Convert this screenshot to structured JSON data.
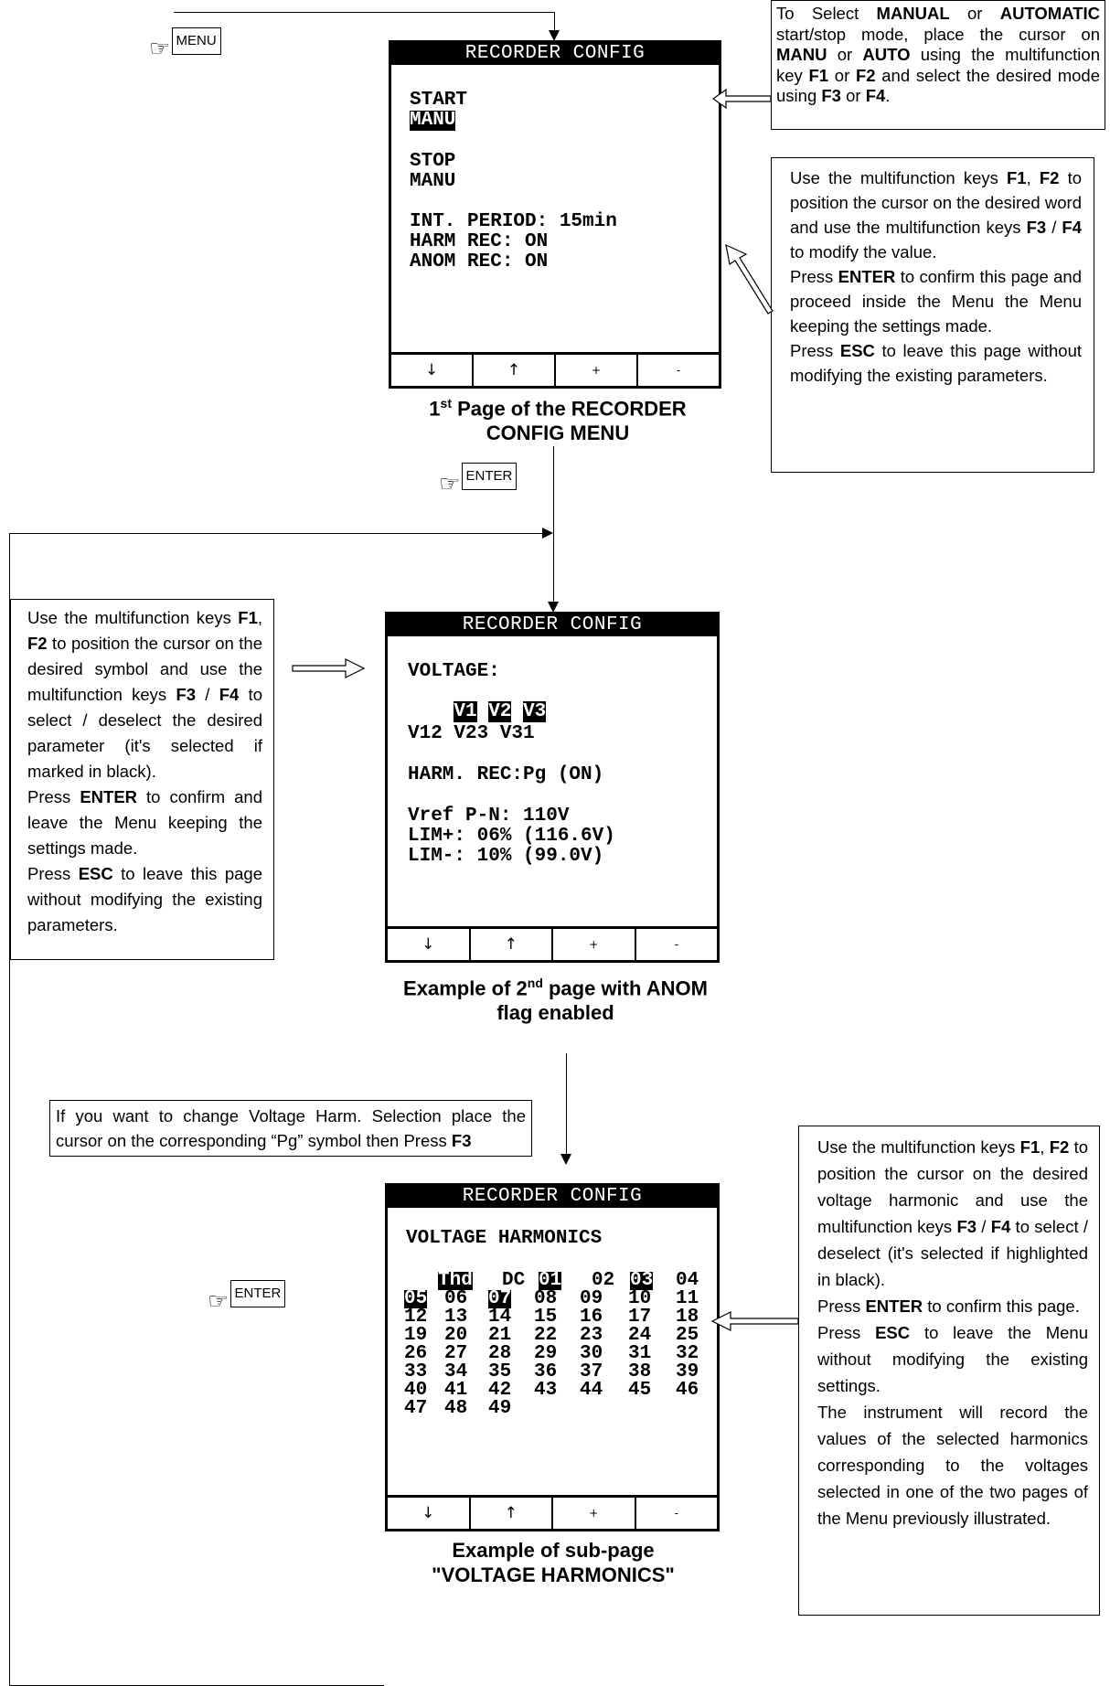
{
  "keys": {
    "menu": "MENU",
    "enter": "ENTER"
  },
  "screen1": {
    "title": "RECORDER CONFIG",
    "lines": [
      "START",
      "MANU",
      "STOP",
      "MANU",
      "INT. PERIOD: 15min",
      "HARM REC: ON",
      "ANOM REC: ON"
    ],
    "fkeys": [
      "↓",
      "↑",
      "+",
      "-"
    ],
    "caption_line1_prefix": "1",
    "caption_sup": "st",
    "caption_line1_rest": " Page of the RECORDER",
    "caption_line2": "CONFIG MENU"
  },
  "screen2": {
    "title": "RECORDER CONFIG",
    "voltage_label": "VOLTAGE:",
    "voltage_selected": [
      "V1",
      "V2",
      "V3"
    ],
    "line_v_ll": "V12 V23 V31",
    "harm_rec": "HARM. REC:Pg (ON)",
    "vref": "Vref P-N: 110V",
    "lim_plus": "LIM+: 06% (116.6V)",
    "lim_minus": "LIM-: 10% (99.0V)",
    "fkeys": [
      "↓",
      "↑",
      "+",
      "-"
    ],
    "caption_line1_prefix": "Example of 2",
    "caption_sup": "nd",
    "caption_line1_rest": " page with ANOM",
    "caption_line2": "flag enabled"
  },
  "screen3": {
    "title": "RECORDER CONFIG",
    "heading": "VOLTAGE HARMONICS",
    "rows": [
      [
        "Thd",
        "DC",
        "01",
        "02",
        "03",
        "04"
      ],
      [
        "05",
        "06",
        "07",
        "08",
        "09",
        "10",
        "11"
      ],
      [
        "12",
        "13",
        "14",
        "15",
        "16",
        "17",
        "18"
      ],
      [
        "19",
        "20",
        "21",
        "22",
        "23",
        "24",
        "25"
      ],
      [
        "26",
        "27",
        "28",
        "29",
        "30",
        "31",
        "32"
      ],
      [
        "33",
        "34",
        "35",
        "36",
        "37",
        "38",
        "39"
      ],
      [
        "40",
        "41",
        "42",
        "43",
        "44",
        "45",
        "46"
      ],
      [
        "47",
        "48",
        "49"
      ]
    ],
    "selected": [
      "Thd",
      "01",
      "03",
      "05",
      "07"
    ],
    "fkeys": [
      "↓",
      "↑",
      "+",
      "-"
    ],
    "caption_line1": "Example of sub-page",
    "caption_line2": "\"VOLTAGE HARMONICS\""
  },
  "notes": {
    "select_mode": {
      "t1": "To Select ",
      "b1": "MANUAL",
      "t2": " or ",
      "b2": "AUTOMATIC",
      "t3": " start/stop mode, place the cursor on ",
      "b3": "MANU",
      "t4": " or ",
      "b4": "AUTO",
      "t5": " using the multifunction key ",
      "b5": "F1",
      "t6": " or ",
      "b6": "F2",
      "t7": " and select the desired mode using ",
      "b7": "F3",
      "t8": " or ",
      "b8": "F4",
      "t9": "."
    },
    "page1_keys": {
      "t1": "Use the multifunction keys ",
      "b1": "F1",
      "t2": ", ",
      "b2": "F2",
      "t3": " to position the cursor on the desired word and use the multifunction keys ",
      "b3": "F3",
      "t4": " / ",
      "b4": "F4",
      "t5": " to modify the value.",
      "p2a": "Press ",
      "p2b": "ENTER",
      "p2c": " to confirm this page and proceed inside the Menu the Menu keeping the settings made.",
      "p3a": "Press ",
      "p3b": "ESC",
      "p3c": " to leave this page without modifying the existing parameters."
    },
    "page2_keys": {
      "t1": "Use the multifunction keys ",
      "b1": "F1",
      "t2": ", ",
      "b2": "F2",
      "t3": " to position the cursor on the desired symbol and use the multifunction keys ",
      "b3": "F3",
      "t4": " / ",
      "b4": "F4",
      "t5": " to select / deselect the desired parameter (it's selected if marked in black).",
      "p2a": "Press ",
      "p2b": "ENTER",
      "p2c": " to confirm and leave the Menu keeping the settings made.",
      "p3a": "Press ",
      "p3b": "ESC",
      "p3c": " to leave this page without modifying the existing parameters."
    },
    "harm_change": {
      "t1": "If you want to change Voltage Harm. Selection place the cursor on the corresponding “Pg” symbol then Press ",
      "b1": "F3"
    },
    "page3_keys": {
      "t1": "Use the multifunction keys ",
      "b1": "F1",
      "t2": ", ",
      "b2": "F2",
      "t3": " to position the cursor on the desired voltage harmonic and use the multifunction keys ",
      "b3": "F3",
      "t4": " / ",
      "b4": "F4",
      "t5": " to select / deselect (it's selected if highlighted in black).",
      "p2a": "Press ",
      "p2b": "ENTER",
      "p2c": " to confirm this page.",
      "p3a": "Press ",
      "p3b": "ESC",
      "p3c": " to leave the Menu without modifying the existing settings.",
      "p4": "The instrument will record the values of the selected harmonics corresponding to the voltages selected in one of the two pages of the Menu previously illustrated."
    }
  }
}
